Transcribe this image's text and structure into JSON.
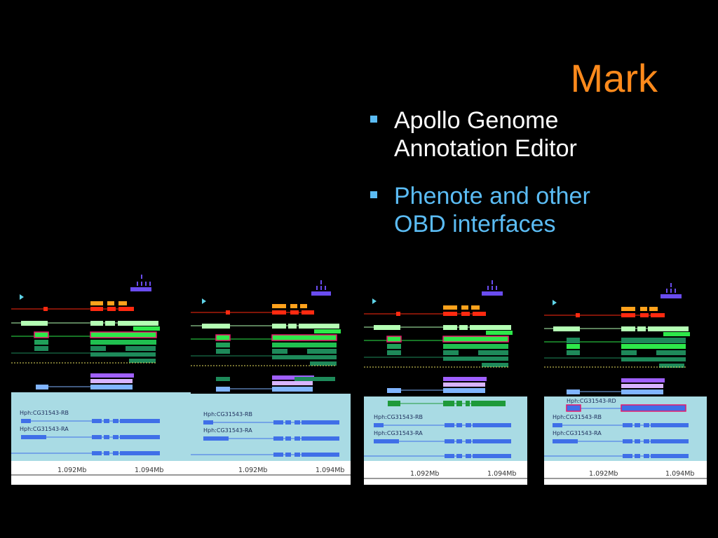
{
  "slide": {
    "title": "Mark",
    "bullets": [
      {
        "text": "Apollo Genome Annotation Editor",
        "color": "#ffffff"
      },
      {
        "text": "Phenote and other OBD interfaces",
        "color": "#5bbcf4"
      }
    ]
  },
  "colors": {
    "background": "#000000",
    "title": "#ff8a1c",
    "bullet_marker": "#5bbcf4",
    "panel_result_bg": "#000000",
    "panel_annotation_bg": "#a9dbe4",
    "scale_bg": "#ffffff",
    "annotation_feature": "#3f6fe8",
    "selection_box": "#e8186b"
  },
  "panels": [
    {
      "transcripts": [
        {
          "label": "Hph:CG31543-RB"
        },
        {
          "label": "Hph:CG31543-RA"
        }
      ],
      "scale": {
        "left": "1.092Mb",
        "right": "1.094Mb"
      }
    },
    {
      "transcripts": [
        {
          "label": "Hph:CG31543-RB"
        },
        {
          "label": "Hph:CG31543-RA"
        }
      ],
      "scale": {
        "left": "1.092Mb",
        "right": "1.094Mb"
      }
    },
    {
      "transcripts": [
        {
          "label": "Hph:CG31543-RB"
        },
        {
          "label": "Hph:CG31543-RA"
        }
      ],
      "scale": {
        "left": "1.092Mb",
        "right": "1.094Mb"
      }
    },
    {
      "transcripts": [
        {
          "label": "Hph:CG31543-RD"
        },
        {
          "label": "Hph:CG31543-RB"
        },
        {
          "label": "Hph:CG31543-RA"
        }
      ],
      "scale": {
        "left": "1.092Mb",
        "right": "1.094Mb"
      }
    }
  ]
}
